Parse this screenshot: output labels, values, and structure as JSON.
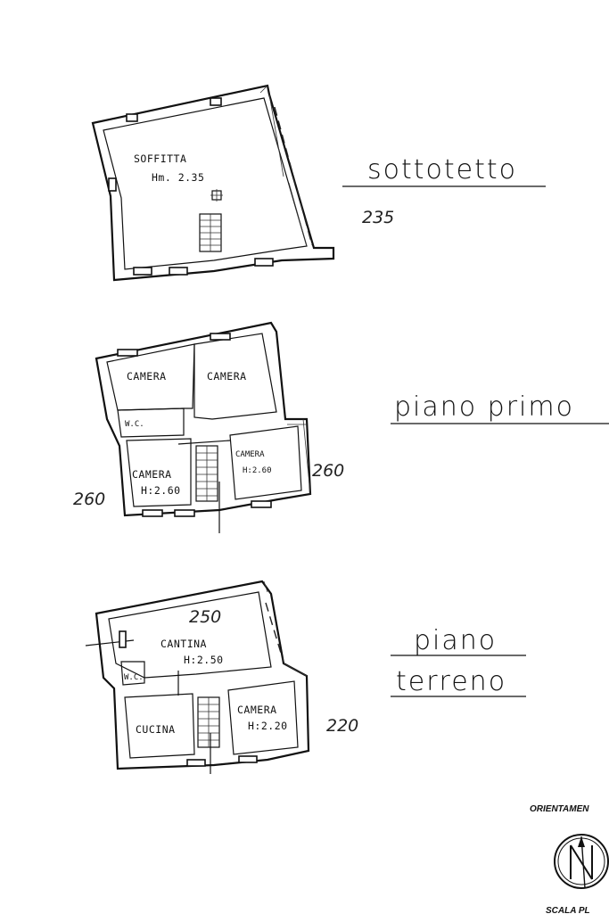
{
  "levels": {
    "sottotetto": {
      "title": "sottotetto",
      "height_note": "235",
      "room_name": "SOFFITTA",
      "room_height": "Hm. 2.35"
    },
    "piano_primo": {
      "title": "piano  primo",
      "height_note_left": "260",
      "height_note_right": "260",
      "rooms": {
        "camera_tl": "CAMERA",
        "camera_tr": "CAMERA",
        "wc": "W.C.",
        "camera_bl": "CAMERA",
        "camera_bl_h": "H:2.60",
        "camera_br": "CAMERA",
        "camera_br_h": "H:2.60"
      }
    },
    "piano_terreno": {
      "title_line1": "piano",
      "title_line2": "terreno",
      "height_note_top": "250",
      "height_note_right": "220",
      "rooms": {
        "cantina": "CANTINA",
        "cantina_h": "H:2.50",
        "wc": "W.C.",
        "cucina": "CUCINA",
        "camera": "CAMERA",
        "camera_h": "H:2.20"
      }
    }
  },
  "orientation": {
    "label": "ORIENTAMEN",
    "icon": "north-arrow-icon"
  },
  "footer_scale": "SCALA PL"
}
